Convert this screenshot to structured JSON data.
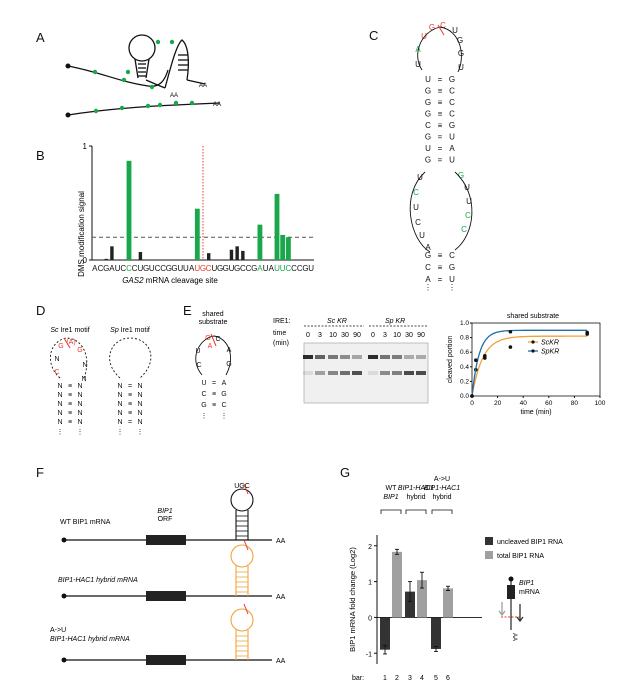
{
  "panels": {
    "a": "A",
    "b": "B",
    "c": "C",
    "d": "D",
    "e": "E",
    "f": "F",
    "g": "G"
  },
  "colors": {
    "green": "#1aa64a",
    "red": "#e8392c",
    "orange": "#f2a23a",
    "blue": "#1e6fa8",
    "dark": "#333333",
    "grey": "#a0a0a0"
  },
  "panelA": {
    "aa1": "AA",
    "aa2": "AA",
    "aa3": "AA"
  },
  "panelB": {
    "ylabel": "DMS modification signal",
    "yticks": [
      "0",
      "1"
    ],
    "sequence": "ACGAUCCCUGUCCGGUUAUGCUGGUGCCGAUAUUCCCGU",
    "xlabel_italic": "GAS2",
    "xlabel_rest": " mRNA cleavage site"
  },
  "panelD": {
    "sc_title_italic": "Sc",
    "sc_title_rest": " Ire1 motif",
    "sp_title_italic": "Sp",
    "sp_title_rest": " Ire1 motif",
    "A_paren": "(A)"
  },
  "panelE": {
    "structure_title_1": "shared",
    "structure_title_2": "substrate",
    "gel_header": "IRE1:",
    "gel_sc": "Sc KR",
    "gel_sp": "Sp KR",
    "time_label": "time",
    "time_unit": "(min)",
    "lanes": [
      "0",
      "3",
      "10",
      "30",
      "90",
      "0",
      "3",
      "10",
      "30",
      "90"
    ],
    "plot_title": "shared substrate",
    "plot_xlabel": "time (min)",
    "plot_ylabel": "cleaved portion",
    "xticks": [
      "0",
      "20",
      "40",
      "60",
      "80",
      "100"
    ],
    "yticks": [
      "0.0",
      "0.2",
      "0.4",
      "0.6",
      "0.8",
      "1.0"
    ],
    "legend_sc": "ScKR",
    "legend_sp": "SpKR"
  },
  "panelF": {
    "row1_label": "WT BIP1 mRNA",
    "row2_label": "BIP1-HAC1 hybrid mRNA",
    "row3_label_1": "A->U",
    "row3_label_2": "BIP1-HAC1 hybrid mRNA",
    "orf_1": "BIP1",
    "orf_2": "ORF",
    "aa": "AA",
    "loop_top": "UGC"
  },
  "panelG": {
    "group1_1": "WT",
    "group1_2": "BIP1",
    "group2_1": "BIP1-HAC1",
    "group2_2": "hybrid",
    "group3_1": "A->U",
    "group3_2": "BIP1-HAC1",
    "group3_3": "hybrid",
    "ylabel": "BIP1 mRNA fold change (Log2)",
    "yticks": [
      "-1",
      "0",
      "1",
      "2"
    ],
    "bar_label": "bar:",
    "bar_numbers": [
      "1",
      "2",
      "3",
      "4",
      "5",
      "6"
    ],
    "legend_uncleaved": "uncleaved BIP1 RNA",
    "legend_total": "total BIP1 RNA",
    "mrna_1": "BIP1",
    "mrna_2": "mRNA",
    "aa": "AA"
  },
  "chart_data": [
    {
      "type": "bar",
      "title": "",
      "ylabel": "DMS modification signal",
      "xlabel": "GAS2 mRNA cleavage site",
      "categories": [
        "A",
        "C",
        "G",
        "A",
        "U",
        "C",
        "C",
        "C",
        "U",
        "G",
        "U",
        "C",
        "C",
        "G",
        "G",
        "U",
        "U",
        "A",
        "U",
        "G",
        "C",
        "U",
        "G",
        "G",
        "U",
        "G",
        "C",
        "C",
        "G",
        "A",
        "U",
        "A",
        "U",
        "U",
        "C",
        "C",
        "C",
        "G",
        "U"
      ],
      "values": [
        0,
        0,
        0.01,
        0.12,
        0,
        0,
        0.87,
        0,
        0.07,
        0,
        0,
        0,
        0,
        0,
        0,
        0,
        0,
        0,
        0.45,
        0,
        0.06,
        0,
        0,
        0,
        0.09,
        0.12,
        0.08,
        0,
        0,
        0.31,
        0,
        0,
        0.58,
        0.22,
        0.2,
        0,
        0,
        0,
        0
      ],
      "ylim": [
        0,
        1
      ],
      "threshold": 0.2,
      "cleavage_index": 19
    },
    {
      "type": "scatter",
      "title": "shared substrate",
      "xlabel": "time (min)",
      "ylabel": "cleaved portion",
      "xlim": [
        0,
        100
      ],
      "ylim": [
        0,
        1
      ],
      "series": [
        {
          "name": "ScKR",
          "x": [
            0,
            3,
            10,
            30,
            90
          ],
          "y": [
            0,
            0.36,
            0.52,
            0.67,
            0.85
          ]
        },
        {
          "name": "SpKR",
          "x": [
            0,
            3,
            10,
            30,
            90
          ],
          "y": [
            0,
            0.49,
            0.55,
            0.88,
            0.87
          ]
        }
      ]
    },
    {
      "type": "bar",
      "title": "",
      "ylabel": "BIP1 mRNA fold change (Log2)",
      "categories": [
        "1",
        "2",
        "3",
        "4",
        "5",
        "6"
      ],
      "values": [
        -0.9,
        1.83,
        0.72,
        1.04,
        -0.88,
        0.81
      ],
      "errors": [
        0.12,
        0.07,
        0.28,
        0.22,
        0.07,
        0.06
      ],
      "ylim": [
        -1.3,
        2.3
      ]
    }
  ]
}
